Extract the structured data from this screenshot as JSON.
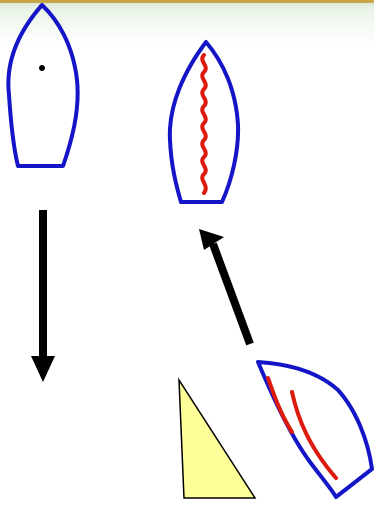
{
  "slide": {
    "accent_color": "#c9a646",
    "header_tint": "#d3e6cf"
  },
  "diagram": {
    "outline_color": "#1515c8",
    "chain_color": "#dd1a0c",
    "arrow_color": "#000000",
    "cone_fill": "#ffff99",
    "cone_stroke": "#000000",
    "shapes": [
      {
        "name": "leaf-with-dot",
        "icon": "leaf-outline-icon",
        "contains": "dot"
      },
      {
        "name": "leaf-with-chain",
        "icon": "leaf-outline-icon",
        "contains": "wavy-red-chain"
      },
      {
        "name": "leaf-with-strands",
        "icon": "leaf-outline-icon",
        "contains": "two-red-strands"
      },
      {
        "name": "light-cone",
        "icon": "yellow-cone-icon"
      }
    ],
    "arrows": [
      {
        "name": "down-arrow",
        "icon": "arrow-down-icon"
      },
      {
        "name": "up-arrow",
        "icon": "arrow-up-left-icon"
      }
    ]
  }
}
